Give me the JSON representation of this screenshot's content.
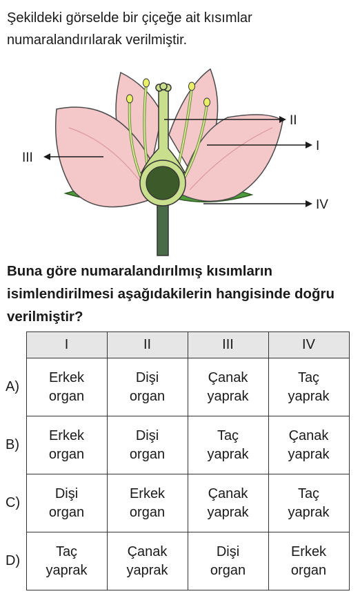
{
  "intro_text": "Şekildeki görselde bir çiçeğe ait kısımlar numaralandırılarak verilmiştir.",
  "figure": {
    "labels": {
      "I": "I",
      "II": "II",
      "III": "III",
      "IV": "IV"
    },
    "colors": {
      "petal": "#f4c7c9",
      "petal_outline": "#4a4a4a",
      "sepal": "#4f9a3a",
      "pistil": "#c9df8e",
      "ovary": "#3d5a2a",
      "stamen": "#e9ef66",
      "stem": "#4a6b48"
    }
  },
  "question_text": "Buna göre numaralandırılmış kısımların isimlendirilmesi aşağıdakilerin hangisinde doğru verilmiştir?",
  "table": {
    "headers": [
      "I",
      "II",
      "III",
      "IV"
    ],
    "rows": [
      {
        "label": "A)",
        "cells": [
          [
            "Erkek",
            "organ"
          ],
          [
            "Dişi",
            "organ"
          ],
          [
            "Çanak",
            "yaprak"
          ],
          [
            "Taç",
            "yaprak"
          ]
        ]
      },
      {
        "label": "B)",
        "cells": [
          [
            "Erkek",
            "organ"
          ],
          [
            "Dişi",
            "organ"
          ],
          [
            "Taç",
            "yaprak"
          ],
          [
            "Çanak",
            "yaprak"
          ]
        ]
      },
      {
        "label": "C)",
        "cells": [
          [
            "Dişi",
            "organ"
          ],
          [
            "Erkek",
            "organ"
          ],
          [
            "Çanak",
            "yaprak"
          ],
          [
            "Taç",
            "yaprak"
          ]
        ]
      },
      {
        "label": "D)",
        "cells": [
          [
            "Taç",
            "yaprak"
          ],
          [
            "Çanak",
            "yaprak"
          ],
          [
            "Dişi",
            "organ"
          ],
          [
            "Erkek",
            "organ"
          ]
        ]
      }
    ]
  }
}
